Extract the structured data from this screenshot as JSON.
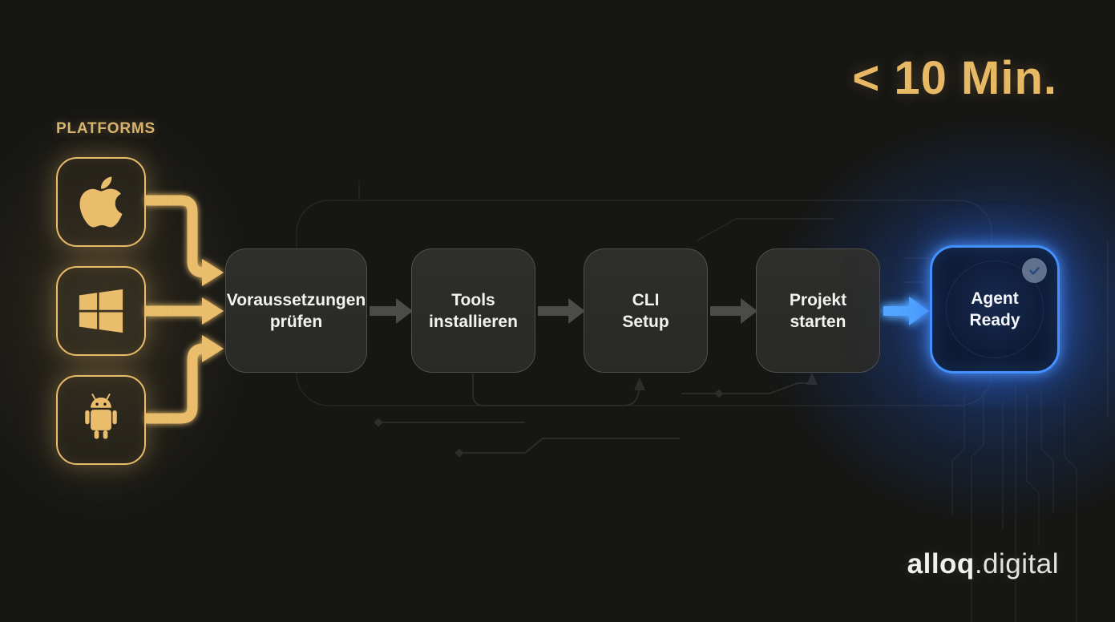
{
  "header": {
    "duration_label": "< 10 Min."
  },
  "platforms": {
    "label": "PLATFORMS",
    "items": [
      {
        "id": "apple",
        "icon": "apple-icon"
      },
      {
        "id": "windows",
        "icon": "windows-icon"
      },
      {
        "id": "android",
        "icon": "android-icon"
      }
    ]
  },
  "flow": {
    "steps": [
      {
        "line1": "Voraussetzungen",
        "line2": "prüfen"
      },
      {
        "line1": "Tools",
        "line2": "installieren"
      },
      {
        "line1": "CLI",
        "line2": "Setup"
      },
      {
        "line1": "Projekt",
        "line2": "starten"
      },
      {
        "line1": "Agent",
        "line2": "Ready",
        "badge_icon": "check-icon",
        "status": "done"
      }
    ]
  },
  "brand": {
    "bold": "alloq",
    "light": ".digital"
  },
  "colors": {
    "background": "#161614",
    "gold": "#e9bd6c",
    "gold_text": "#e8b964",
    "step_fill": "#2b2b29",
    "step_border": "#4f4f4d",
    "gray_arrow": "#4b4b49",
    "blue_accent": "#4f9fff",
    "agent_fill": "#0f1c38",
    "text_white": "#f3f3f1"
  }
}
